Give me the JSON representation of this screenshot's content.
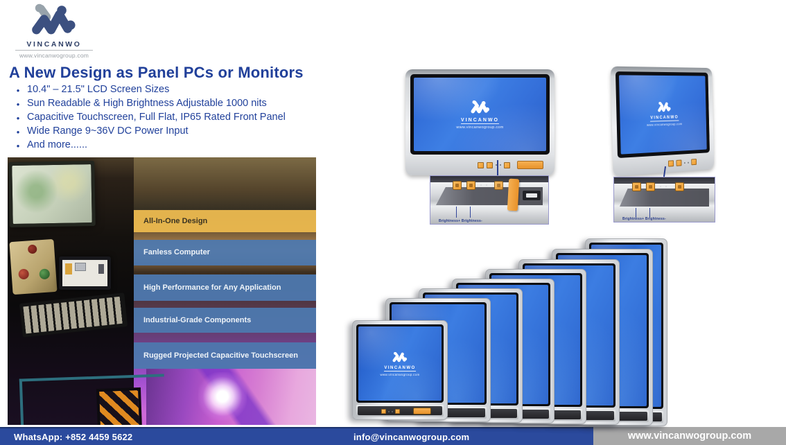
{
  "brand": {
    "name": "VINCANWO",
    "website": "www.vincanwogroup.com"
  },
  "title": "A New Design as Panel PCs or Monitors",
  "bullets": [
    "10.4\" – 21.5\" LCD Screen Sizes",
    "Sun Readable & High Brightness Adjustable 1000 nits",
    "Capacitive Touchscreen, Full Flat, IP65 Rated Front Panel",
    "Wide Range 9~36V DC Power Input",
    "And more......"
  ],
  "left_image": {
    "banners": [
      {
        "label": "All-In-One Design",
        "style": "yellow"
      },
      {
        "label": "Fanless Computer",
        "style": "blue"
      },
      {
        "label": "High Performance for Any Application",
        "style": "blue"
      },
      {
        "label": "Industrial-Grade Components",
        "style": "blue"
      },
      {
        "label": "Rugged Projected Capacitive Touchscreen",
        "style": "blue"
      }
    ]
  },
  "devices": {
    "closeup1_label": "Brightness+  Brightness-",
    "closeup2_label": "Brightness+  Brightness-"
  },
  "footer": {
    "whatsapp": "WhatsApp: +852 4459 5622",
    "email": "info@vincanwogroup.com",
    "website": "www.vincanwogroup.com"
  },
  "colors": {
    "accent_blue": "#21409A",
    "footer_blue": "#2B4A9D",
    "footer_gray": "#A8A8A8",
    "banner_yellow": "#E9B84E",
    "banner_blue": "#4D78AE",
    "button_orange": "#F0A03C",
    "screen_blue": "#3572DC"
  }
}
